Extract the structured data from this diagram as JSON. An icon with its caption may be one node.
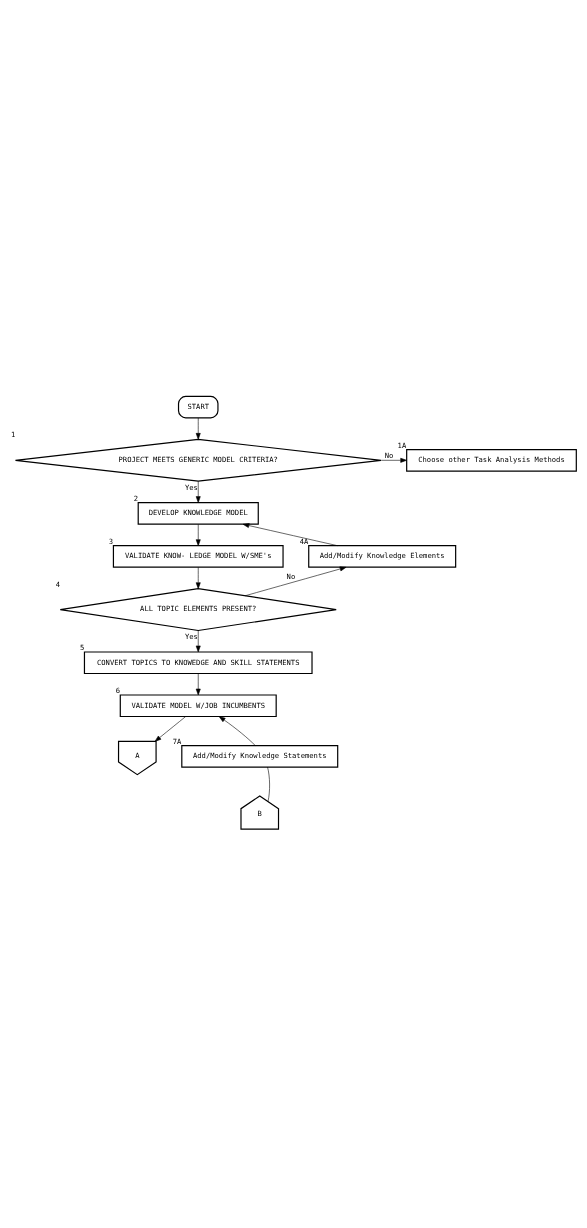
{
  "diagram": {
    "nodes": [
      {
        "text": [
          "START"
        ]
      },
      {
        "text": [
          "PROJECT MEETS GENERIC MODEL CRITERIA?"
        ],
        "beside": [
          "1"
        ]
      },
      {
        "text": [
          "Choose other Task Analysis Methods"
        ],
        "beside": [
          "1A"
        ]
      },
      {
        "text": [
          "DEVELOP KNOWLEDGE MODEL"
        ],
        "beside": [
          "2"
        ]
      },
      {
        "text": [
          "VALIDATE KNOW- LEDGE MODEL W/SME's"
        ],
        "beside": [
          "3"
        ]
      },
      {
        "text": [
          "Add/Modify Knowledge Elements"
        ],
        "beside": [
          "4A"
        ]
      },
      {
        "text": [
          "ALL TOPIC ELEMENTS PRESENT?"
        ],
        "beside": [
          "4"
        ]
      },
      {
        "text": [
          "CONVERT TOPICS TO KNOWEDGE AND SKILL STATEMENTS"
        ],
        "beside": [
          "5"
        ]
      },
      {
        "text": [
          "VALIDATE MODEL W/JOB INCUMBENTS"
        ],
        "beside": [
          "6"
        ]
      },
      {
        "text": [
          "A"
        ]
      },
      {
        "text": [
          "Add/Modify Knowledge Statements"
        ],
        "beside": [
          "7A"
        ]
      },
      {
        "text": [
          "B"
        ]
      }
    ],
    "edges": [
      {
        "from": 0,
        "to": 1,
        "arrow": "to"
      },
      {
        "from": 1,
        "to": 2,
        "arrow": "to",
        "label": "No"
      },
      {
        "from": 1,
        "to": 3,
        "arrow": "to",
        "label": "Yes"
      },
      {
        "from": 3,
        "to": 4,
        "arrow": "to"
      },
      {
        "from": 5,
        "to": 3,
        "arrow": "to"
      },
      {
        "from": 4,
        "to": 6,
        "arrow": "to"
      },
      {
        "from": 6,
        "to": 5,
        "arrow": "to",
        "label": "No"
      },
      {
        "from": 6,
        "to": 7,
        "arrow": "to",
        "label": "Yes"
      },
      {
        "from": 7,
        "to": 8,
        "arrow": "to"
      },
      {
        "from": 8,
        "to": 9,
        "arrow": "to"
      },
      {
        "from": 10,
        "to": 8,
        "arrow": "to"
      },
      {
        "from": 11,
        "to": 10,
        "arrow": "none"
      }
    ]
  }
}
